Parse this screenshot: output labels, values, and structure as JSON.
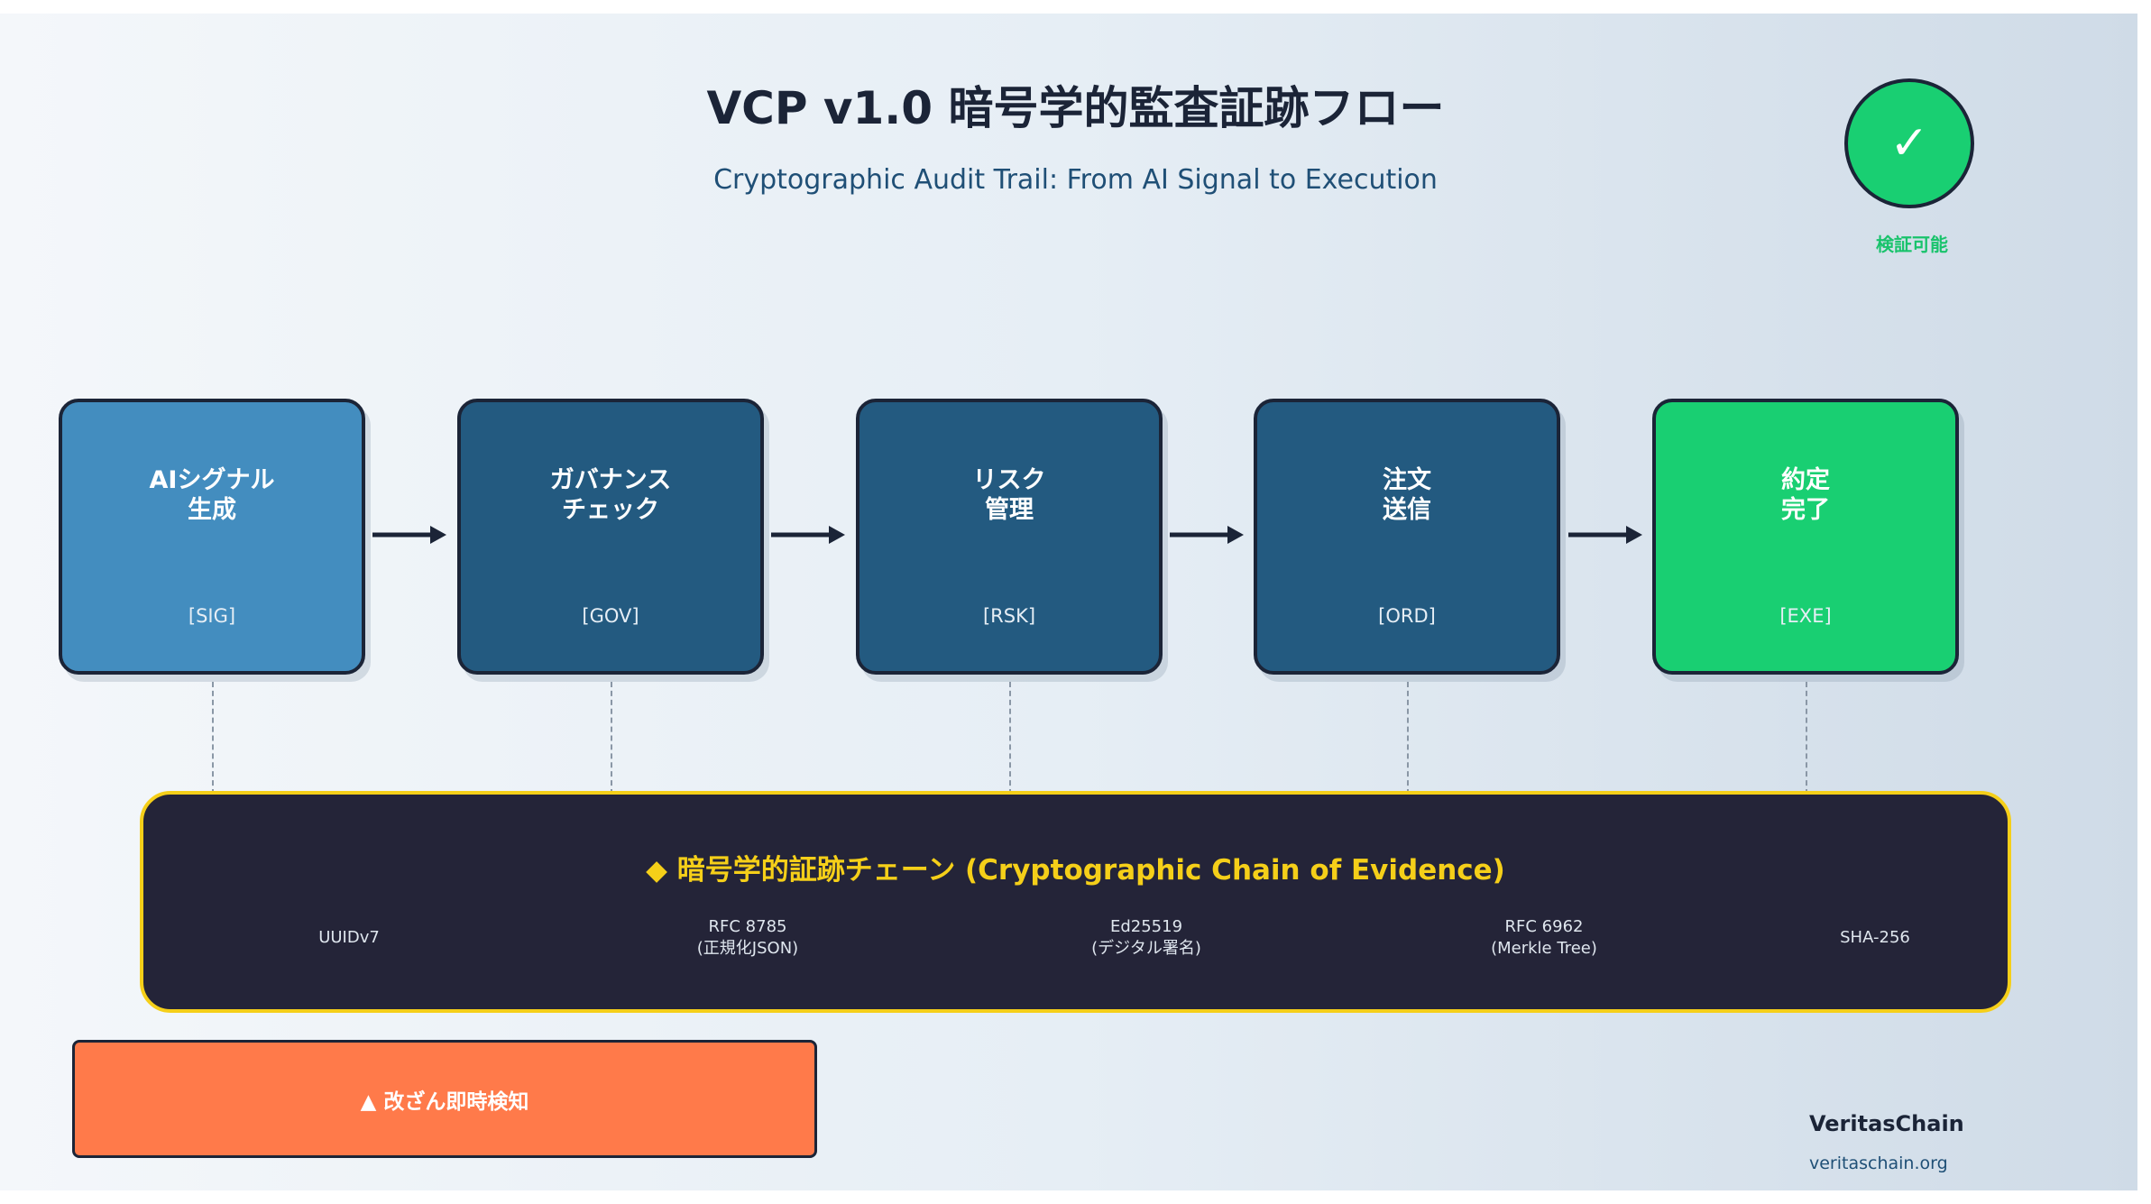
{
  "title": "VCP v1.0 暗号学的監査証跡フロー",
  "subtitle": "Cryptographic Audit Trail: From AI Signal to Execution",
  "badge": {
    "symbol": "✓",
    "label": "検証可能",
    "color": "#19cf72"
  },
  "steps": [
    {
      "label": "AIシグナル\n生成",
      "code": "[SIG]",
      "color": "#438dbf"
    },
    {
      "label": "ガバナンス\nチェック",
      "code": "[GOV]",
      "color": "#235a80"
    },
    {
      "label": "リスク\n管理",
      "code": "[RSK]",
      "color": "#235a80"
    },
    {
      "label": "注文\n送信",
      "code": "[ORD]",
      "color": "#235a80"
    },
    {
      "label": "約定\n完了",
      "code": "[EXE]",
      "color": "#19cf72"
    }
  ],
  "chain": {
    "title": "◆ 暗号学的証跡チェーン (Cryptographic Chain of Evidence)",
    "items": [
      "UUIDv7",
      "RFC 8785\n(正規化JSON)",
      "Ed25519\n(デジタル署名)",
      "RFC 6962\n(Merkle Tree)",
      "SHA-256"
    ],
    "border_color": "#f5cf19"
  },
  "alert": {
    "label": "▲ 改ざん即時検知",
    "color": "#ff7a4a"
  },
  "brand": {
    "name": "VeritasChain",
    "url": "veritaschain.org"
  }
}
